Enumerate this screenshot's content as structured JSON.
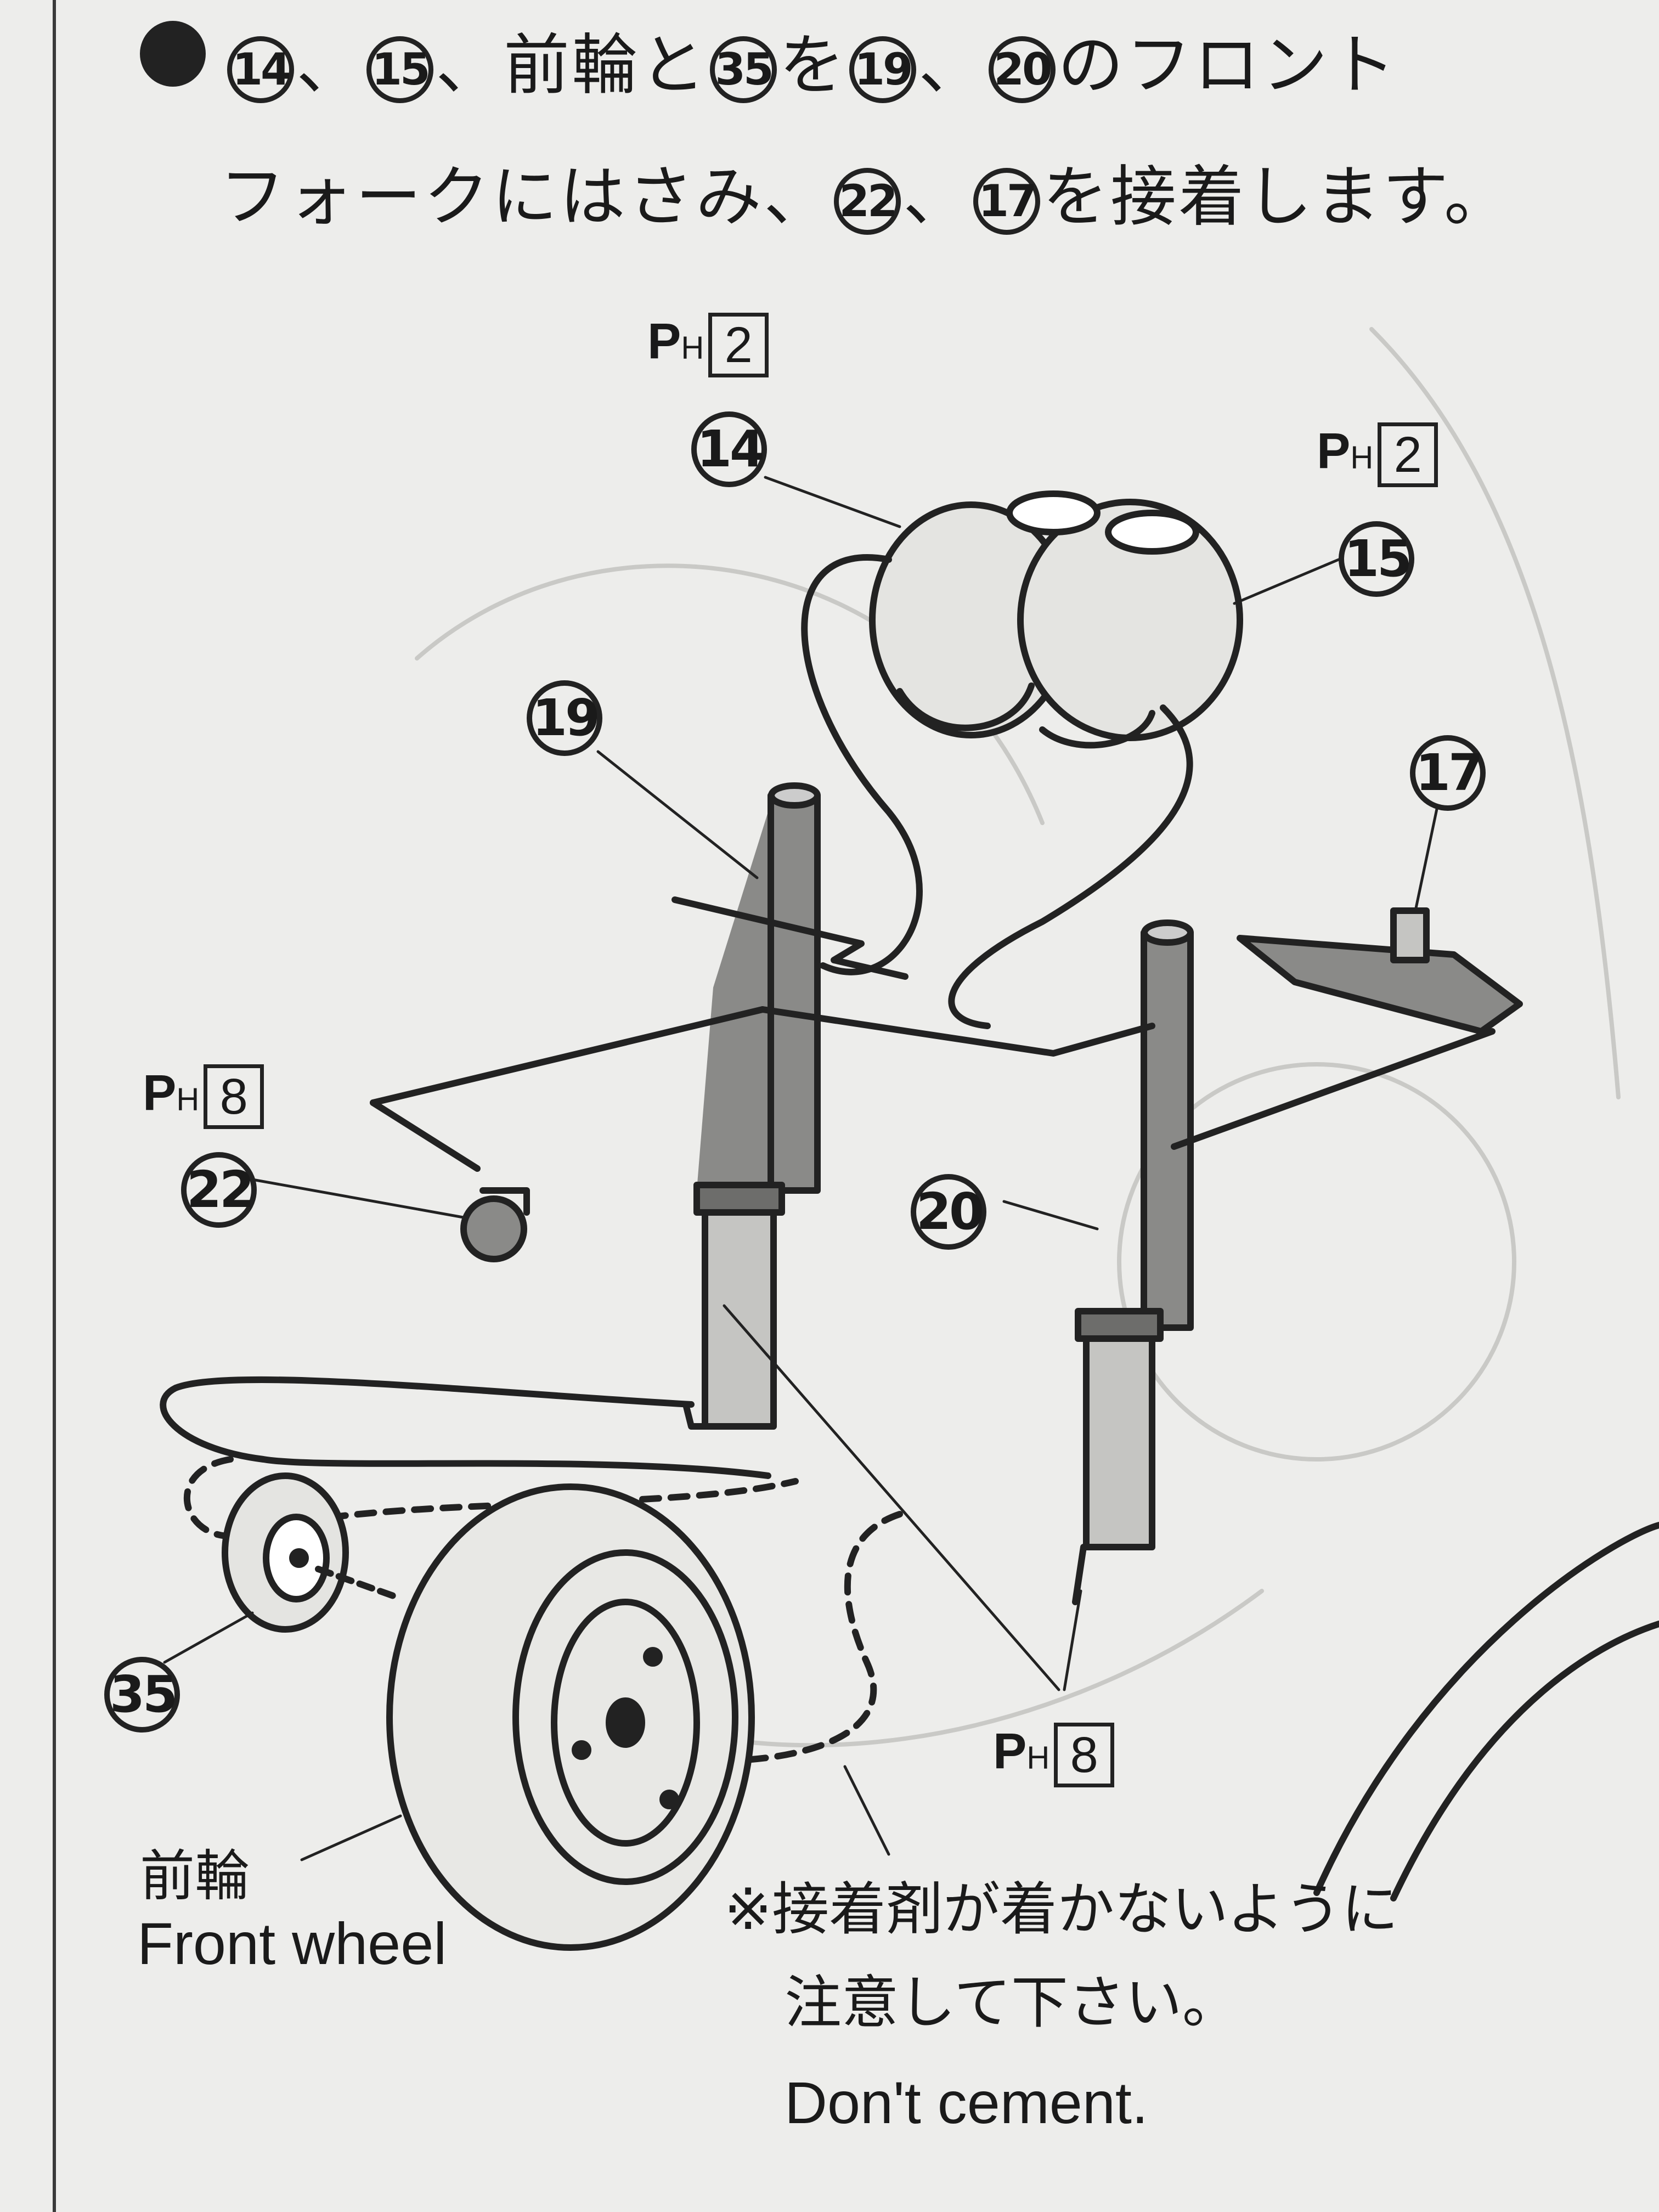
{
  "instruction": {
    "line1_parts": [
      "、",
      "、前輪と",
      "を",
      "、",
      "のフロント"
    ],
    "line2_parts": [
      "フォークにはさみ、",
      "、",
      "を接着します。"
    ],
    "nums_line1": [
      "14",
      "15",
      "35",
      "19",
      "20"
    ],
    "nums_line2": [
      "22",
      "17"
    ]
  },
  "callouts": {
    "p14": "14",
    "p15": "15",
    "p19": "19",
    "p20": "20",
    "p17": "17",
    "p22": "22",
    "p35": "35"
  },
  "ph_labels": {
    "prefix": "P",
    "sub": "H",
    "ph14": "2",
    "ph15": "2",
    "ph22": "8",
    "ph_fork": "8"
  },
  "front_wheel": {
    "jp": "前輪",
    "en": "Front wheel"
  },
  "caution": {
    "line1": "※接着剤が着かないように",
    "line2": "注意して下さい。",
    "en": "Don't cement."
  }
}
